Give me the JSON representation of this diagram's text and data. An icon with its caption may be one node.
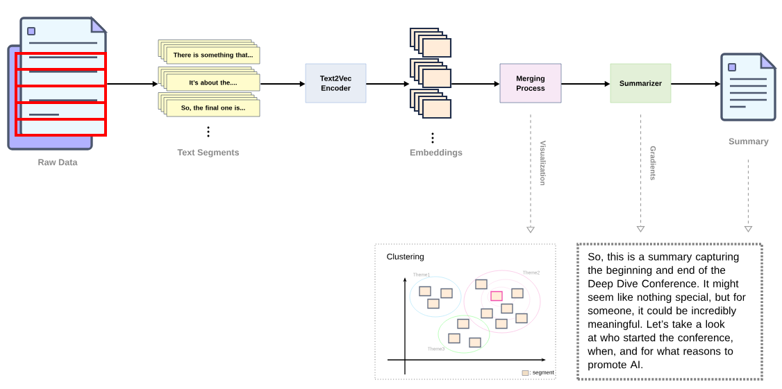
{
  "diagram": {
    "nodes": [
      {
        "text": [
          "Raw Data"
        ]
      },
      {
        "text": [
          "There is something that...",
          "It’s about the....",
          "So, the final one is...",
          "Text Segments"
        ]
      },
      {
        "text": [
          "Text2Vec Encoder"
        ]
      },
      {
        "text": [
          "Embeddings"
        ]
      },
      {
        "text": [
          "Merging Process"
        ]
      },
      {
        "text": [
          "Summarizer"
        ]
      },
      {
        "text": [
          "Summary"
        ]
      },
      {
        "text": [
          "Clustering",
          "Theme1",
          "Theme2",
          "Theme3"
        ]
      },
      {
        "text": [
          "So, this is a summary capturing the beginning and end of the Deep Dive Conference. It might seem like nothing special, but for someone, it could be incredibly meaningful. Let’s take a look at who started the conference, when, and for what reasons to promote AI."
        ]
      }
    ],
    "edges": [
      {
        "from": 0,
        "to": 1,
        "arrow": "to"
      },
      {
        "from": 1,
        "to": 2,
        "arrow": "to"
      },
      {
        "from": 2,
        "to": 3,
        "arrow": "to"
      },
      {
        "from": 3,
        "to": 4,
        "arrow": "to"
      },
      {
        "from": 4,
        "to": 5,
        "arrow": "to"
      },
      {
        "from": 5,
        "to": 6,
        "arrow": "to"
      },
      {
        "from": 4,
        "to": 7,
        "arrow": "to",
        "label": "Visualization",
        "style": "dashed",
        "color": "#a0a0a0"
      },
      {
        "from": 5,
        "to": 8,
        "arrow": "to",
        "label": "Gradients",
        "style": "dashed",
        "color": "#a0a0a0"
      },
      {
        "from": 6,
        "to": 8,
        "arrow": "to",
        "style": "dashed",
        "color": "#a0a0a0"
      }
    ],
    "legend": [
      {
        "text": ": segment",
        "color": "#f2dfc6"
      }
    ]
  }
}
